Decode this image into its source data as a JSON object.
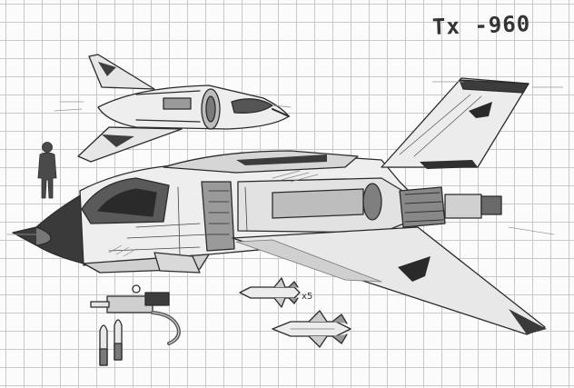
{
  "sheet": {
    "title": "Tx -960",
    "missile_quantity": "x5"
  },
  "colors": {
    "ink": "#2b2b2b",
    "shade_dark": "#4a4a4a",
    "shade_mid": "#8a8a8a",
    "shade_light": "#cfcfcf",
    "grid": "#c9c9c9",
    "paper": "#fbfbfb"
  },
  "figures": {
    "main": "jet-fighter-side-view",
    "secondary": "jet-fighter-top-view",
    "scale_reference": "human-silhouette",
    "weapons": [
      "rotary-cannon",
      "cannon-shells",
      "missile",
      "missile-large"
    ]
  }
}
